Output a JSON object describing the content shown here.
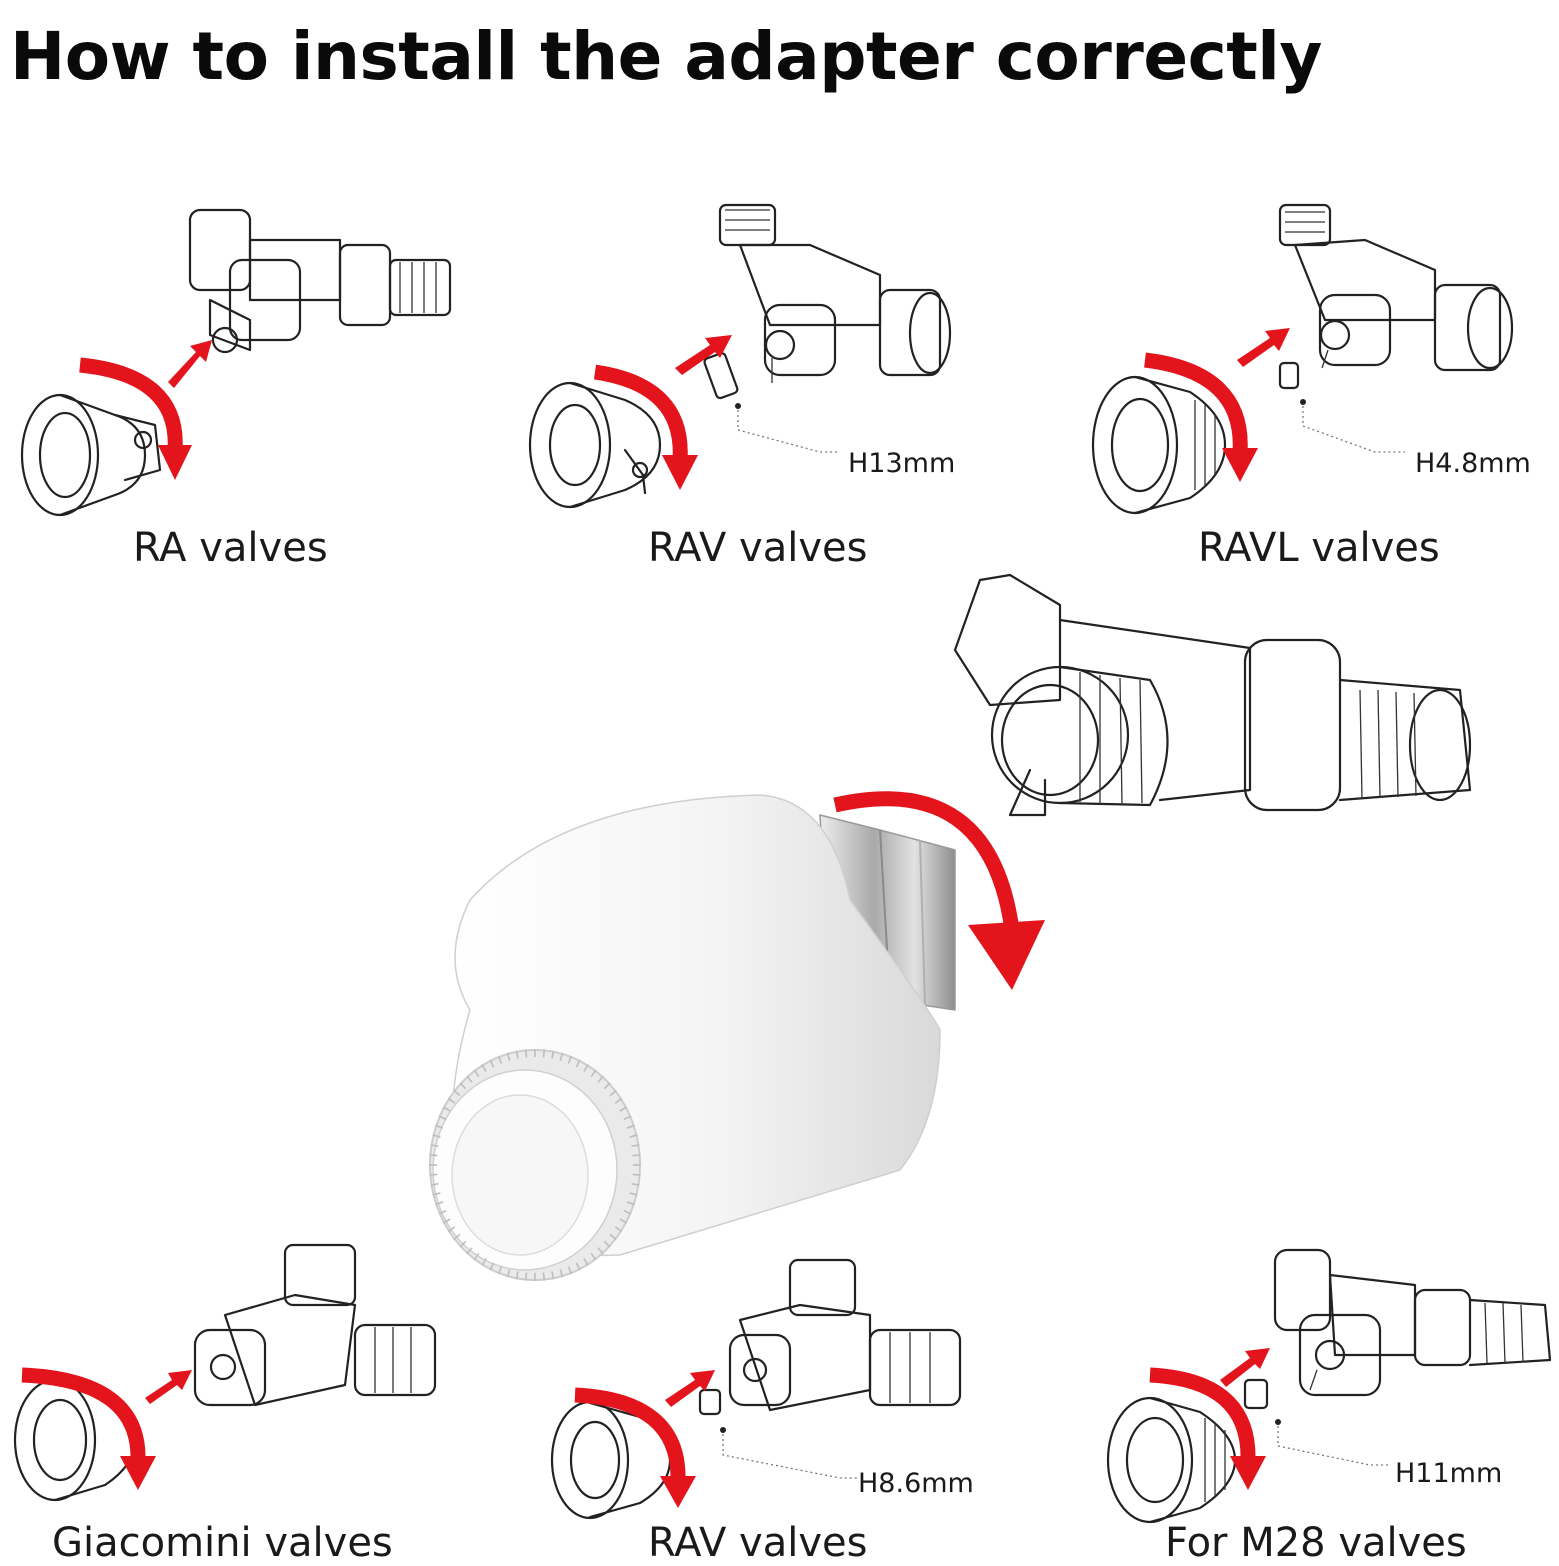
{
  "page": {
    "title": "How to install the adapter correctly"
  },
  "panels": [
    {
      "id": "ra",
      "label": "RA valves",
      "dimension": ""
    },
    {
      "id": "rav-top",
      "label": "RAV valves",
      "dimension": "H13mm"
    },
    {
      "id": "ravl",
      "label": "RAVL valves",
      "dimension": "H4.8mm"
    },
    {
      "id": "giacomini",
      "label": "Giacomini valves",
      "dimension": ""
    },
    {
      "id": "rav-bottom",
      "label": "RAV valves",
      "dimension": "H8.6mm"
    },
    {
      "id": "m28",
      "label": "For M28 valves",
      "dimension": "H11mm"
    }
  ],
  "colors": {
    "arrow": "#e3141b",
    "line_art": "#222222",
    "device_body": "#f7f7f7"
  }
}
